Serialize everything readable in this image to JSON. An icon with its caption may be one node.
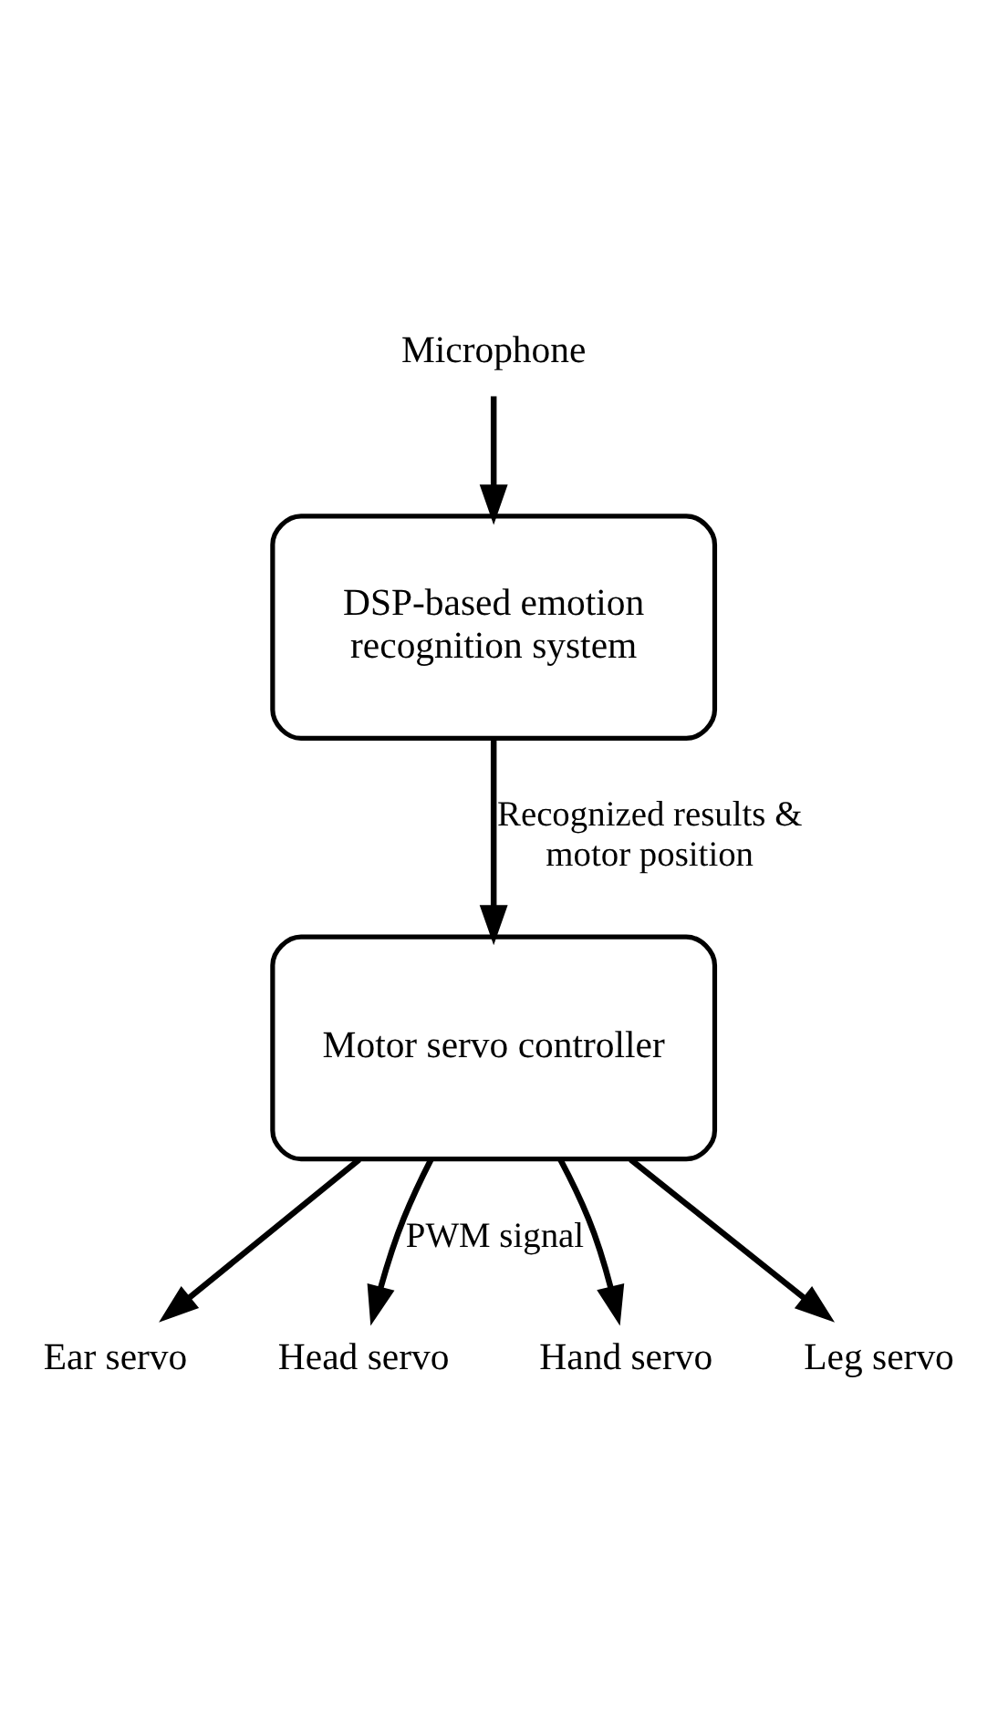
{
  "diagram": {
    "nodes": [
      {
        "text": [
          "Microphone"
        ]
      },
      {
        "text": [
          "DSP-based emotion recognition system"
        ]
      },
      {
        "text": [
          "Motor servo controller"
        ]
      },
      {
        "text": [
          "Ear servo"
        ]
      },
      {
        "text": [
          "Head servo"
        ]
      },
      {
        "text": [
          "Hand servo"
        ]
      },
      {
        "text": [
          "Leg servo"
        ]
      }
    ],
    "edges": [
      {
        "from": 0,
        "to": 1,
        "arrow": "to"
      },
      {
        "from": 1,
        "to": 2,
        "arrow": "to",
        "label": "Recognized results & motor position"
      },
      {
        "from": 2,
        "to": 3,
        "arrow": "to"
      },
      {
        "from": 2,
        "to": 4,
        "arrow": "to",
        "label": "PWM signal"
      },
      {
        "from": 2,
        "to": 5,
        "arrow": "to"
      },
      {
        "from": 2,
        "to": 6,
        "arrow": "to"
      }
    ]
  }
}
